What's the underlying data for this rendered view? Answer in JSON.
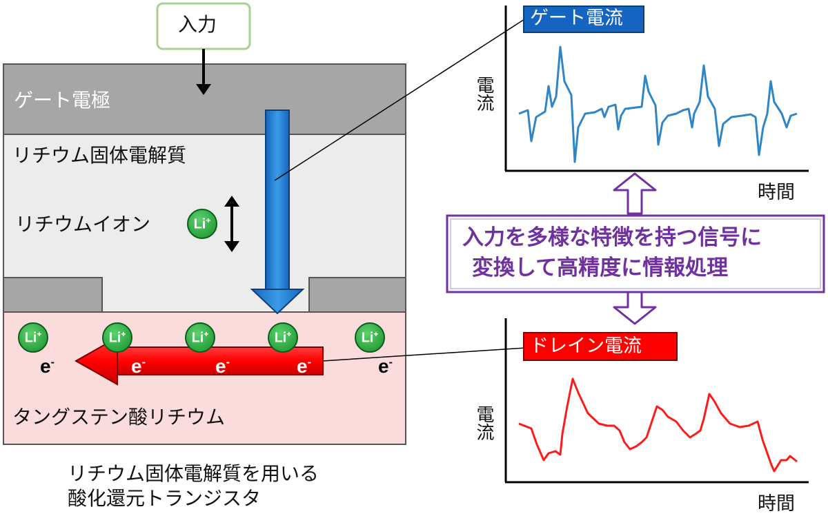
{
  "device": {
    "input_label": "入力",
    "gate_label": "ゲート電極",
    "electrolyte_label": "リチウム固体電解質",
    "ion_label": "リチウムイオン",
    "ion_symbol": "Li",
    "ion_charge": "+",
    "electron_symbol": "e",
    "electron_charge": "-",
    "channel_label": "タングステン酸リチウム",
    "caption_line1": "リチウム固体電解質を用いる",
    "caption_line2": "酸化還元トランジスタ"
  },
  "message": {
    "line1": "入力を多様な特徴を持つ信号に",
    "line2": "変換して高精度に情報処理"
  },
  "gate_current": {
    "title": "ゲート電流",
    "ylabel": "電流",
    "xlabel": "時間"
  },
  "drain_current": {
    "title": "ドレイン電流",
    "ylabel": "電流",
    "xlabel": "時間"
  },
  "colors": {
    "gate": "#a6a6a6",
    "electrolyte": "#ececec",
    "channel": "#fbdcdc",
    "ion": "#22a83a",
    "blue_arrow": "#1f7fd1",
    "red_arrow": "#ff0000",
    "gate_curve": "#2e86c8",
    "drain_curve": "#ff1a1a",
    "purple": "#7030a0",
    "gate_title_bg": "#1565c0",
    "drain_title_bg": "#ff0000"
  }
}
